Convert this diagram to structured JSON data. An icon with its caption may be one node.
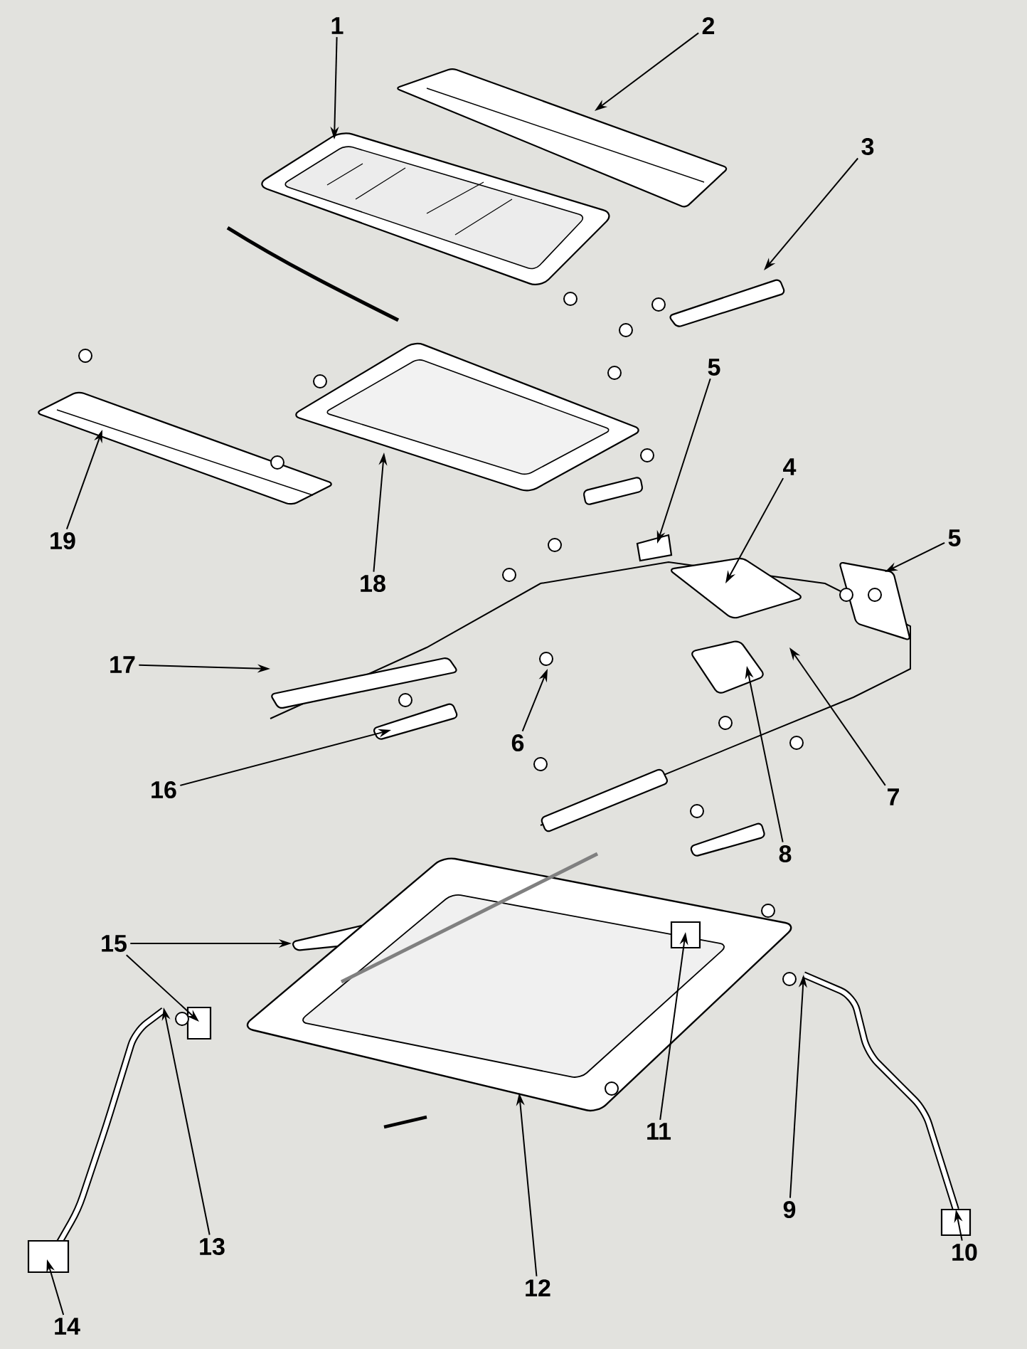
{
  "diagram": {
    "nodes": [
      {
        "text": [
          "1"
        ]
      },
      {
        "text": [
          "2"
        ]
      },
      {
        "text": [
          "3"
        ]
      },
      {
        "text": [
          "5"
        ]
      },
      {
        "text": [
          "4"
        ]
      },
      {
        "text": [
          "5"
        ]
      },
      {
        "text": [
          "19"
        ]
      },
      {
        "text": [
          "18"
        ]
      },
      {
        "text": [
          "17"
        ]
      },
      {
        "text": [
          "6"
        ]
      },
      {
        "text": [
          "16"
        ]
      },
      {
        "text": [
          "7"
        ]
      },
      {
        "text": [
          "8"
        ]
      },
      {
        "text": [
          "15"
        ]
      },
      {
        "text": [
          "11"
        ]
      },
      {
        "text": [
          "9"
        ]
      },
      {
        "text": [
          "13"
        ]
      },
      {
        "text": [
          "10"
        ]
      },
      {
        "text": [
          "12"
        ]
      },
      {
        "text": [
          "14"
        ]
      }
    ],
    "edges": [
      {
        "from": 0,
        "to": null,
        "arrow": "to"
      },
      {
        "from": 1,
        "to": null,
        "arrow": "to"
      },
      {
        "from": 2,
        "to": null,
        "arrow": "to"
      },
      {
        "from": 3,
        "to": null,
        "arrow": "to"
      },
      {
        "from": 4,
        "to": null,
        "arrow": "to"
      },
      {
        "from": 5,
        "to": null,
        "arrow": "to"
      },
      {
        "from": 6,
        "to": null,
        "arrow": "to"
      },
      {
        "from": 7,
        "to": null,
        "arrow": "to"
      },
      {
        "from": 8,
        "to": null,
        "arrow": "to"
      },
      {
        "from": 9,
        "to": null,
        "arrow": "to"
      },
      {
        "from": 10,
        "to": null,
        "arrow": "to"
      },
      {
        "from": 11,
        "to": null,
        "arrow": "to"
      },
      {
        "from": 12,
        "to": null,
        "arrow": "to"
      },
      {
        "from": 13,
        "to": null,
        "arrow": "to"
      },
      {
        "from": 13,
        "to": null,
        "arrow": "to"
      },
      {
        "from": 14,
        "to": null,
        "arrow": "to"
      },
      {
        "from": 15,
        "to": null,
        "arrow": "to"
      },
      {
        "from": 16,
        "to": null,
        "arrow": "to"
      },
      {
        "from": 17,
        "to": null,
        "arrow": "to"
      },
      {
        "from": 18,
        "to": null,
        "arrow": "to"
      },
      {
        "from": 19,
        "to": null,
        "arrow": "to"
      }
    ]
  }
}
